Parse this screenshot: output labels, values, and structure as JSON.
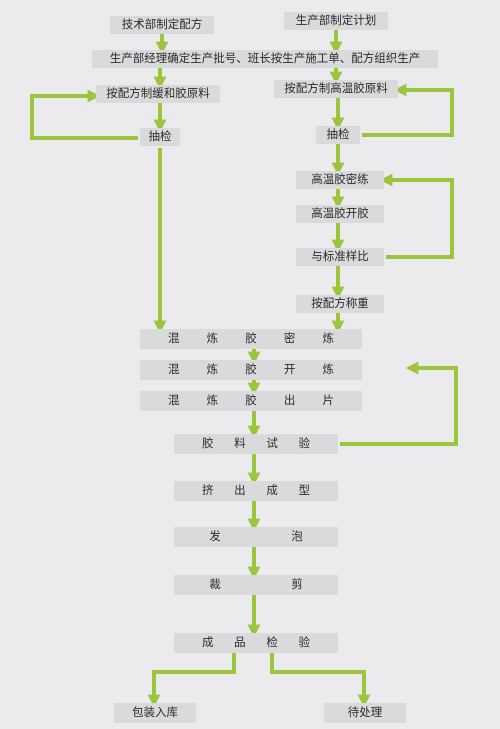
{
  "colors": {
    "arrow": "#9bc53d",
    "box": "#dadadd",
    "text": "#2a2a2a",
    "background": "#ebebed"
  },
  "nodes": {
    "tech_formula": "技术部制定配方",
    "production_plan": "生产部制定计划",
    "manager_confirm": "生产部经理确定生产批号、班长按生产施工单、配方组织生产",
    "make_buffer_rubber": "按配方制缓和胶原料",
    "make_high_temp_rubber": "按配方制高温胶原料",
    "sample_check_left": "抽检",
    "sample_check_right": "抽检",
    "high_temp_mixing": "高温胶密练",
    "high_temp_sheeting": "高温胶开胶",
    "compare_standard": "与标准样比",
    "weigh_by_formula": "按配方称重",
    "mixed_rubber_mixing": [
      "混",
      "炼",
      "胶",
      "密",
      "炼"
    ],
    "mixed_rubber_open": [
      "混",
      "炼",
      "胶",
      "开",
      "炼"
    ],
    "mixed_rubber_output": [
      "混",
      "炼",
      "胶",
      "出",
      "片"
    ],
    "rubber_test": [
      "胶",
      "料",
      "试",
      "验"
    ],
    "extrusion": [
      "挤",
      "出",
      "成",
      "型"
    ],
    "foaming": [
      "发",
      "泡"
    ],
    "cutting": [
      "裁",
      "剪"
    ],
    "product_inspection": [
      "成",
      "品",
      "检",
      "验"
    ],
    "package_storage": "包装入库",
    "pending": "待处理"
  }
}
